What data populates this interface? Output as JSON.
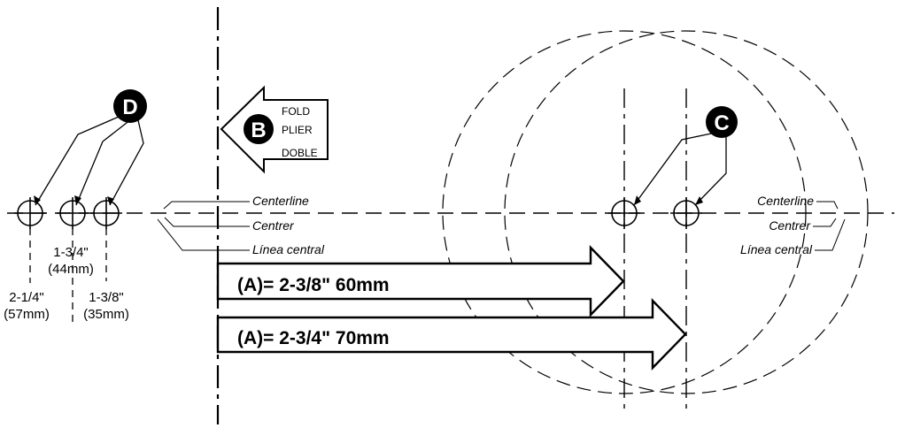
{
  "diagram": {
    "callouts": {
      "D": "D",
      "B": "B",
      "C": "C"
    },
    "fold_labels": [
      "FOLD",
      "PLIER",
      "DOBLE"
    ],
    "centerline_left": [
      "Centerline",
      "Centrer",
      "Línea central"
    ],
    "centerline_right": [
      "Centerline",
      "Centrer",
      "Línea central"
    ],
    "measurements": {
      "m1_in": "1-3/4\"",
      "m1_mm": "(44mm)",
      "m2_in": "2-1/4\"",
      "m2_mm": "(57mm)",
      "m3_in": "1-3/8\"",
      "m3_mm": "(35mm)"
    },
    "arrows": {
      "a60": "(A)= 2-3/8\" 60mm",
      "a70": "(A)= 2-3/4\" 70mm"
    }
  }
}
